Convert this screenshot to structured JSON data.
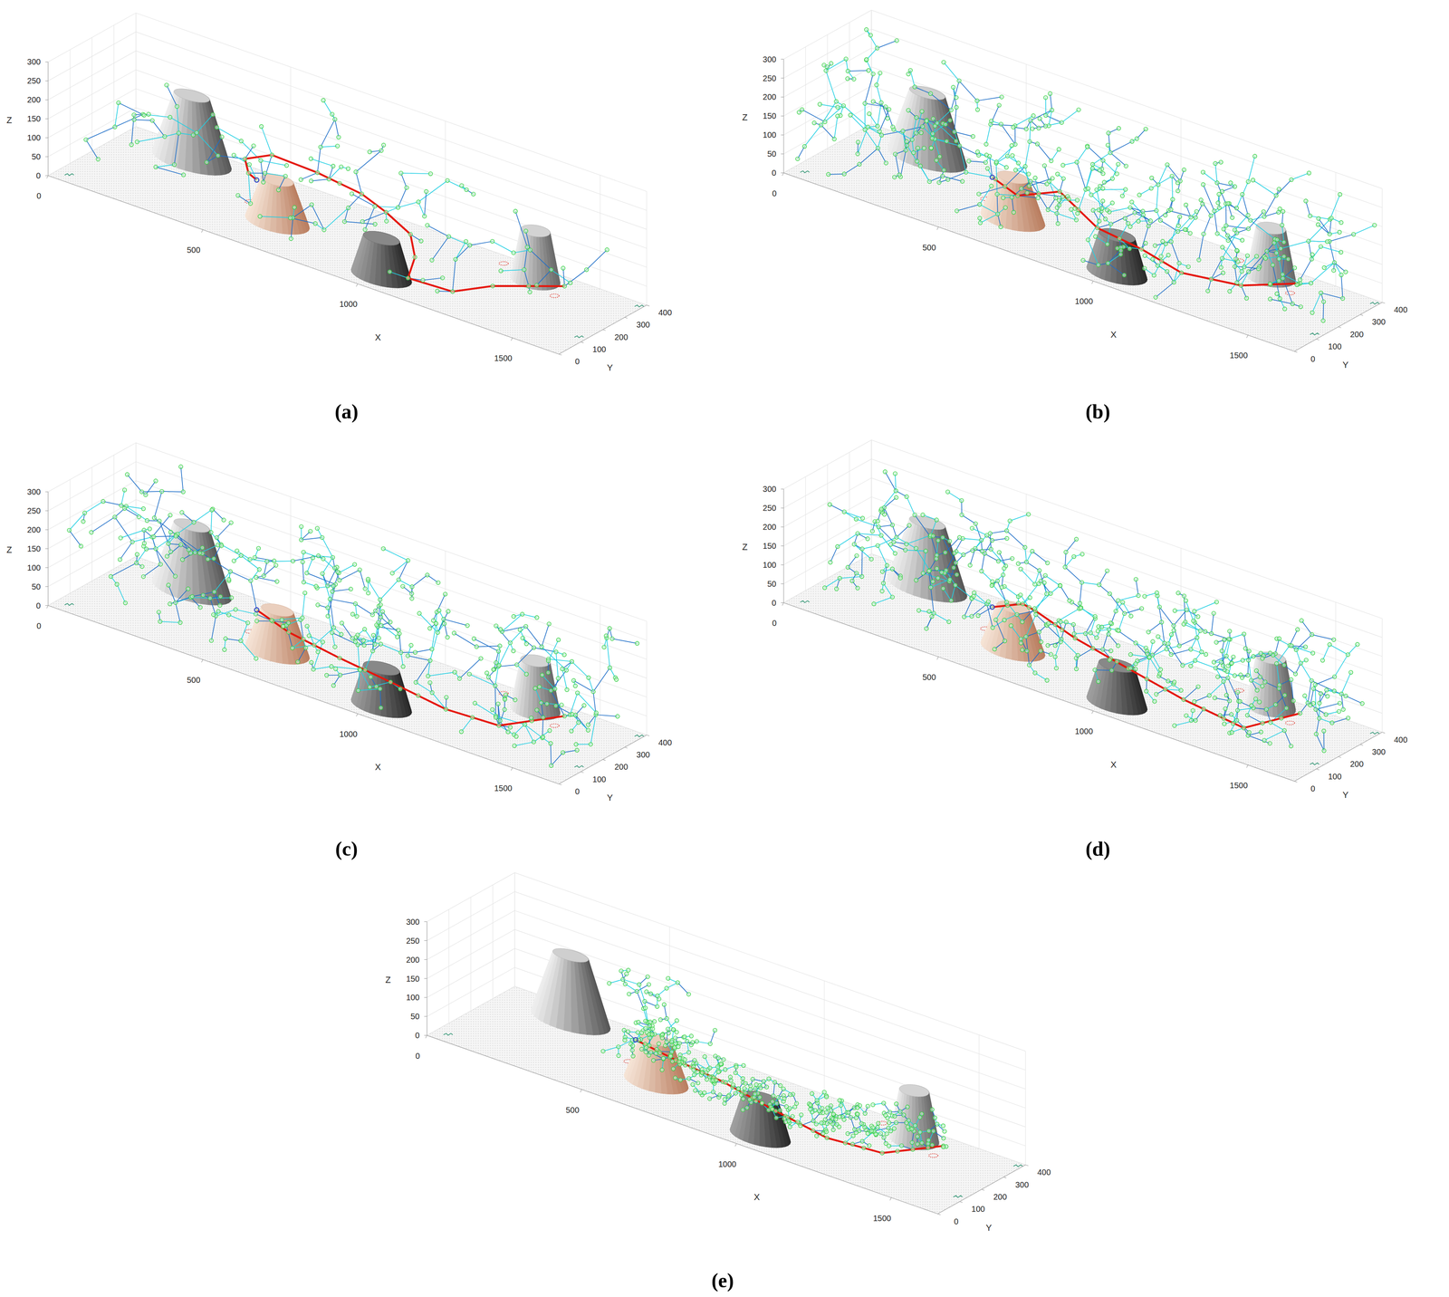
{
  "diagram": {
    "labels": [
      "Z",
      "300",
      "250",
      "200",
      "150",
      "100",
      "50",
      "0",
      "0",
      "500",
      "1000",
      "1500",
      "X",
      "0",
      "100",
      "200",
      "300",
      "400",
      "Y",
      "(a)",
      "Z",
      "300",
      "250",
      "200",
      "150",
      "100",
      "50",
      "0",
      "0",
      "500",
      "1000",
      "1500",
      "X",
      "0",
      "100",
      "200",
      "300",
      "400",
      "Y",
      "(b)",
      "Z",
      "300",
      "250",
      "200",
      "150",
      "100",
      "50",
      "0",
      "0",
      "500",
      "1000",
      "1500",
      "X",
      "0",
      "100",
      "200",
      "300",
      "400",
      "Y",
      "(c)",
      "Z",
      "300",
      "250",
      "200",
      "150",
      "100",
      "50",
      "0",
      "0",
      "500",
      "1000",
      "1500",
      "X",
      "0",
      "100",
      "200",
      "300",
      "400",
      "Y",
      "(d)",
      "Z",
      "300",
      "250",
      "200",
      "150",
      "100",
      "50",
      "0",
      "0",
      "500",
      "1000",
      "1500",
      "X",
      "0",
      "100",
      "200",
      "300",
      "400",
      "Y",
      "(e)"
    ]
  }
}
